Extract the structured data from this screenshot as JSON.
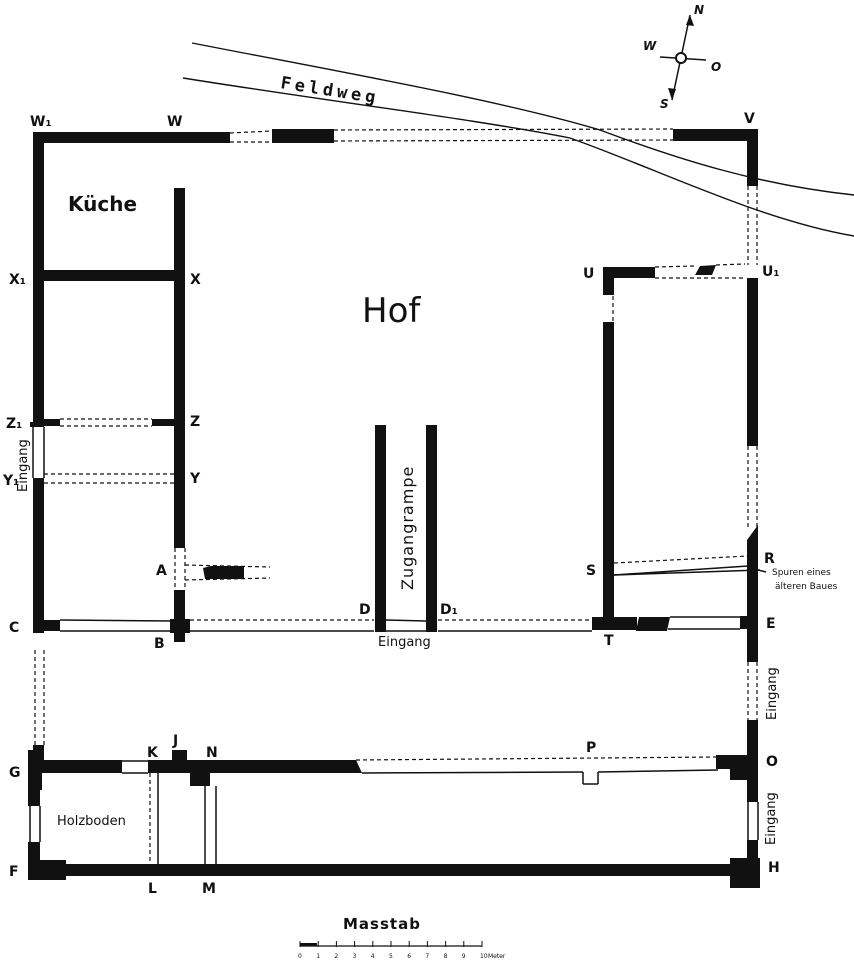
{
  "labels": {
    "hof": "Hof",
    "kueche": "Küche",
    "holzboden": "Holzboden",
    "zugangrampe": "Zugangrampe",
    "feldweg": "Feldweg",
    "eingang_center": "Eingang",
    "eingang_left": "Eingang",
    "eingang_right_upper": "Eingang",
    "eingang_right_lower": "Eingang",
    "spuren_line1": "Spuren eines",
    "spuren_line2": "älteren Baues",
    "masstab": "Masstab",
    "meter": "Meter"
  },
  "compass": {
    "n": "N",
    "s": "S",
    "w": "W",
    "o": "O"
  },
  "points": {
    "w1": "W₁",
    "w": "W",
    "v": "V",
    "x1": "X₁",
    "x": "X",
    "u": "U",
    "u1": "U₁",
    "z1": "Z₁",
    "z": "Z",
    "y1": "Y₁",
    "y": "Y",
    "a": "A",
    "s": "S",
    "r": "R",
    "c": "C",
    "b": "B",
    "d": "D",
    "d1": "D₁",
    "t": "T",
    "e": "E",
    "g": "G",
    "k": "K",
    "j": "J",
    "n": "N",
    "p": "P",
    "o": "O",
    "f": "F",
    "l": "L",
    "m": "M",
    "h": "H"
  },
  "scale_ticks": [
    "0",
    "1",
    "2",
    "3",
    "4",
    "5",
    "6",
    "7",
    "8",
    "9",
    "10"
  ]
}
